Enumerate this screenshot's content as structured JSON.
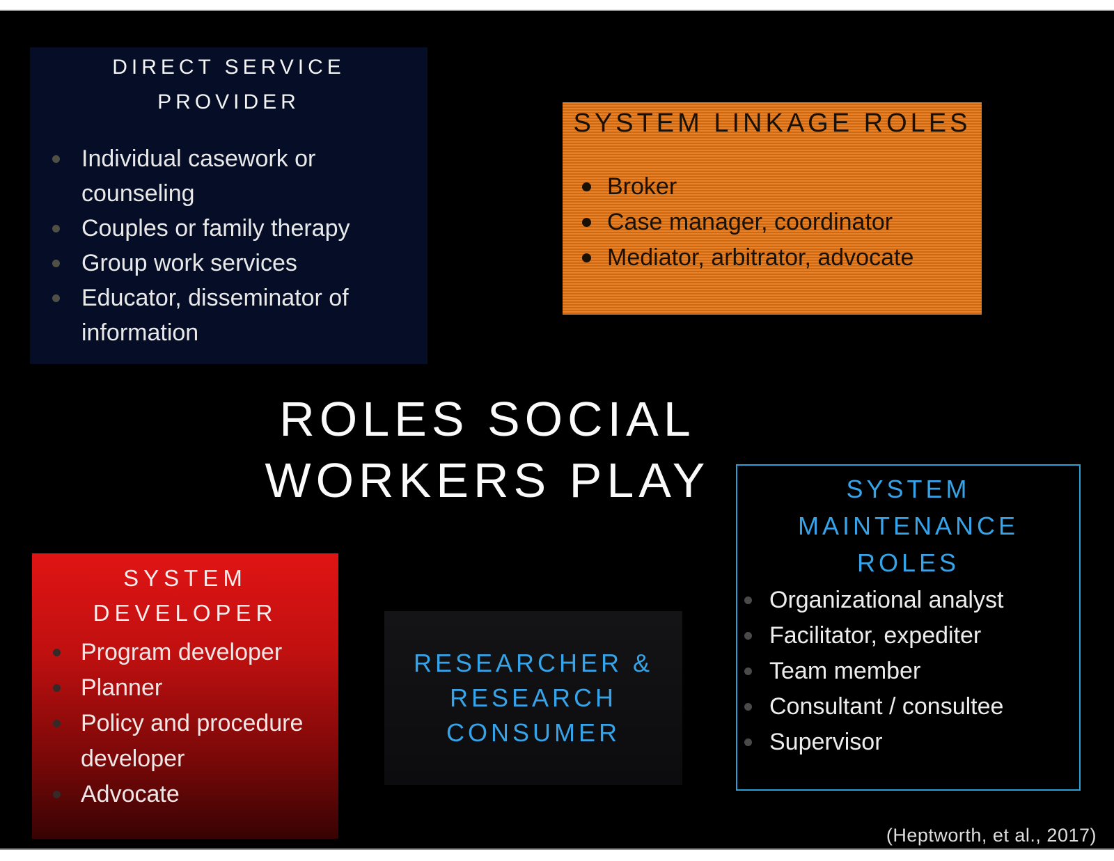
{
  "page": {
    "margin_color": "#ffffff",
    "edge_line_color": "#8f8f8f",
    "slide_bg": "#000000"
  },
  "slide_title": {
    "line1": "ROLES SOCIAL",
    "line2": "WORKERS PLAY",
    "color": "#fafafa"
  },
  "citation": {
    "text": "(Heptworth, et al., 2017)",
    "color": "#dedede"
  },
  "boxes": {
    "direct_service_provider": {
      "title_lines": [
        "DIRECT SERVICE",
        "PROVIDER"
      ],
      "bg_color": "#050e26",
      "title_color": "#f4f4f4",
      "text_color": "#e9e9e9",
      "bullet_dot_color": "#4f4f44",
      "items": [
        "Individual casework or counseling",
        "Couples or family therapy",
        "Group work services",
        "Educator, disseminator of information"
      ]
    },
    "system_linkage_roles": {
      "title": "SYSTEM LINKAGE ROLES",
      "bg_stripe_light": "#ea8028",
      "bg_stripe_dark": "#cc6a13",
      "text_color": "#1a1106",
      "items": [
        "Broker",
        "Case manager, coordinator",
        "Mediator, arbitrator, advocate"
      ]
    },
    "system_developer": {
      "title_lines": [
        "SYSTEM",
        "DEVELOPER"
      ],
      "bg_gradient_top": "#e01414",
      "bg_gradient_bottom": "#380303",
      "title_color": "#f6eded",
      "text_color": "#f0e6e6",
      "bullet_dot_color": "#352a28",
      "items": [
        "Program developer",
        "Planner",
        "Policy and procedure developer",
        "Advocate"
      ]
    },
    "researcher_research_consumer": {
      "lines": [
        "RESEARCHER &",
        "RESEARCH",
        "CONSUMER"
      ],
      "bg_color": "#101013",
      "text_color": "#37a3e8"
    },
    "system_maintenance_roles": {
      "title_lines": [
        "SYSTEM",
        "MAINTENANCE",
        "ROLES"
      ],
      "border_color": "#2b9fd8",
      "title_color": "#37a3e8",
      "text_color": "#ededed",
      "bullet_dot_color": "#4a4a4a",
      "items": [
        "Organizational analyst",
        "Facilitator, expediter",
        "Team member",
        "Consultant / consultee",
        "Supervisor"
      ]
    }
  }
}
